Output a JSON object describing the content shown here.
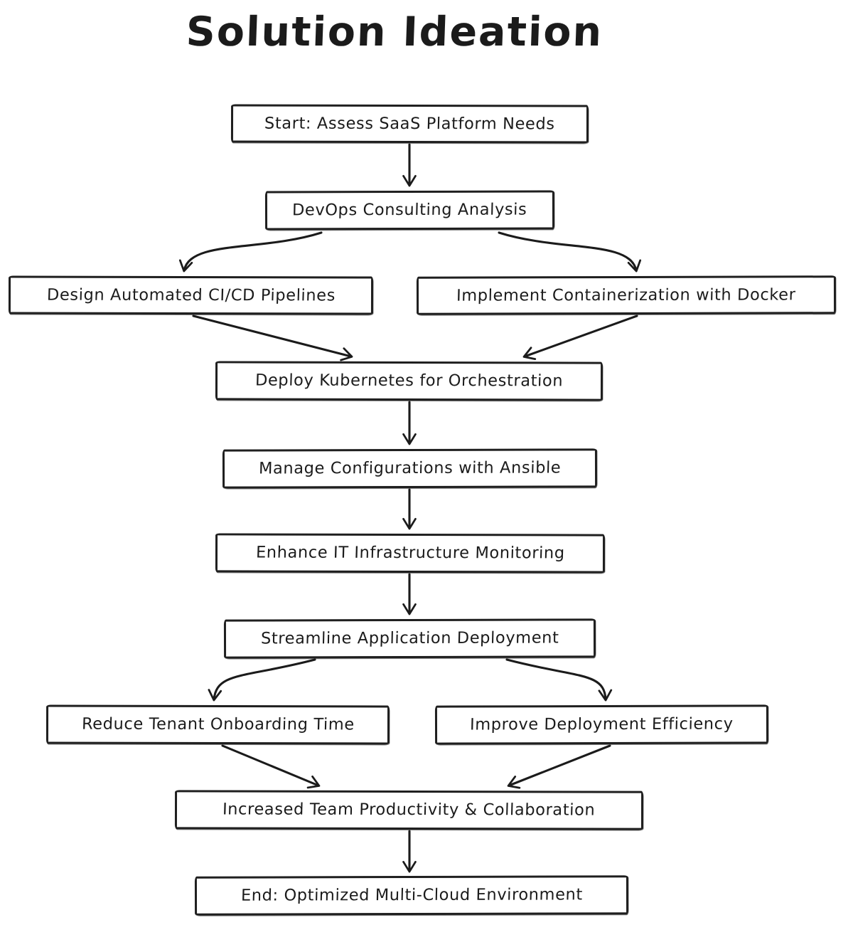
{
  "title": "Solution Ideation",
  "flowchart": {
    "type": "flowchart",
    "colors": {
      "stroke": "#1b1b1b",
      "node_fill": "#ffffff",
      "background": "#ffffff"
    },
    "nodes": [
      {
        "id": "start",
        "label": "Start: Assess SaaS Platform Needs"
      },
      {
        "id": "devops",
        "label": "DevOps Consulting Analysis"
      },
      {
        "id": "cicd",
        "label": "Design Automated CI/CD Pipelines"
      },
      {
        "id": "docker",
        "label": "Implement Containerization with Docker"
      },
      {
        "id": "k8s",
        "label": "Deploy Kubernetes for Orchestration"
      },
      {
        "id": "ansible",
        "label": "Manage Configurations with Ansible"
      },
      {
        "id": "monitoring",
        "label": "Enhance IT Infrastructure Monitoring"
      },
      {
        "id": "streamline",
        "label": "Streamline Application Deployment"
      },
      {
        "id": "tenant",
        "label": "Reduce Tenant Onboarding Time"
      },
      {
        "id": "efficiency",
        "label": "Improve Deployment Efficiency"
      },
      {
        "id": "productivity",
        "label": "Increased Team Productivity & Collaboration"
      },
      {
        "id": "end",
        "label": "End: Optimized Multi-Cloud Environment"
      }
    ],
    "edges": [
      {
        "from": "start",
        "to": "devops"
      },
      {
        "from": "devops",
        "to": "cicd"
      },
      {
        "from": "devops",
        "to": "docker"
      },
      {
        "from": "cicd",
        "to": "k8s"
      },
      {
        "from": "docker",
        "to": "k8s"
      },
      {
        "from": "k8s",
        "to": "ansible"
      },
      {
        "from": "ansible",
        "to": "monitoring"
      },
      {
        "from": "monitoring",
        "to": "streamline"
      },
      {
        "from": "streamline",
        "to": "tenant"
      },
      {
        "from": "streamline",
        "to": "efficiency"
      },
      {
        "from": "tenant",
        "to": "productivity"
      },
      {
        "from": "efficiency",
        "to": "productivity"
      },
      {
        "from": "productivity",
        "to": "end"
      }
    ]
  }
}
